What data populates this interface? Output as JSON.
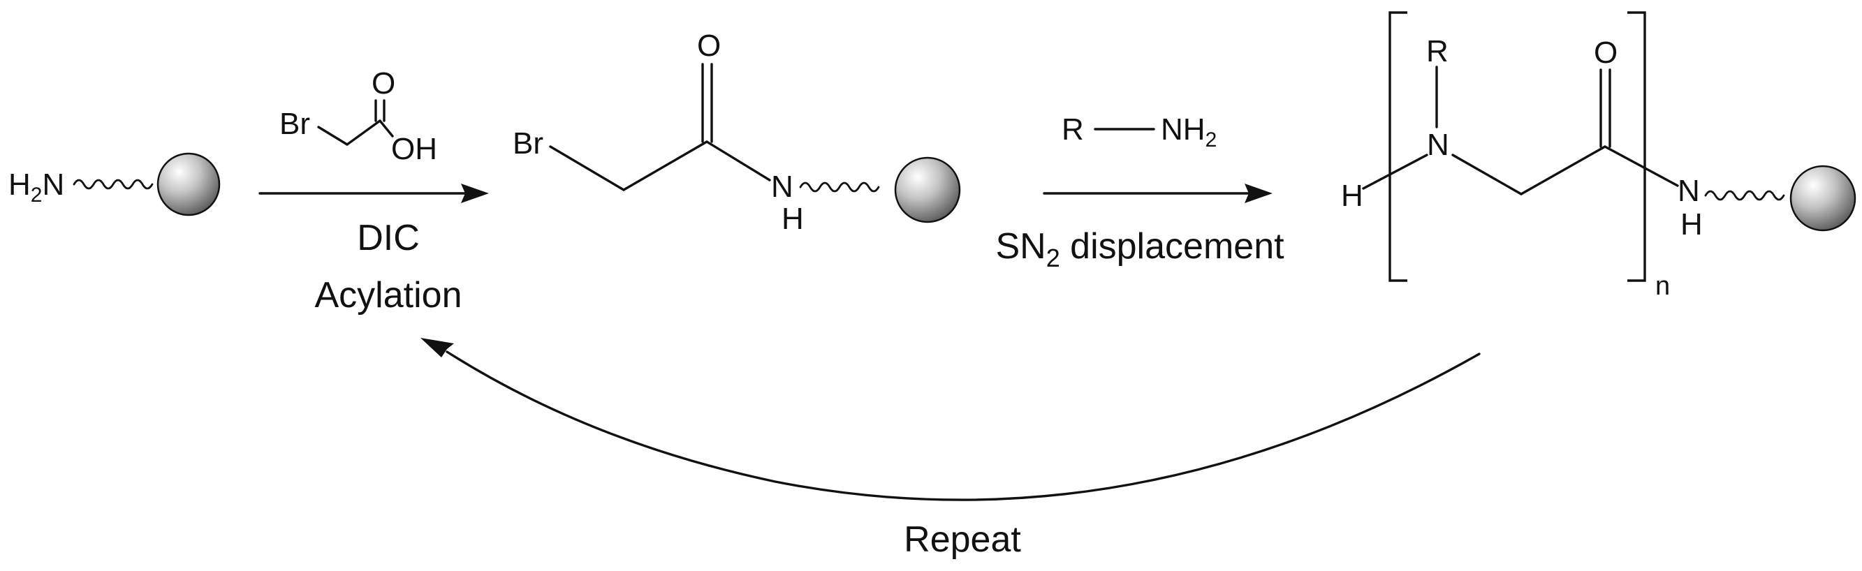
{
  "scheme": {
    "start": {
      "amine_prefix": "H",
      "amine_sub": "2",
      "amine_suffix": "N"
    },
    "acylation": {
      "reagent": {
        "halogen": "Br",
        "carbonyl_o": "O",
        "hydroxyl": "OH"
      },
      "activator": "DIC",
      "step": "Acylation"
    },
    "intermediate": {
      "halogen": "Br",
      "carbonyl_o": "O",
      "amide_n": "N",
      "amide_h": "H"
    },
    "displacement": {
      "reagent": {
        "r": "R",
        "amine": "NH",
        "amine_sub": "2"
      },
      "step_prefix": "SN",
      "step_sub": "2",
      "step_suffix": " displacement"
    },
    "product": {
      "terminal_h": "H",
      "side_chain": "R",
      "backbone_n": "N",
      "carbonyl_o": "O",
      "amide_n": "N",
      "amide_h": "H",
      "repeat_index": "n"
    },
    "cycle": {
      "label": "Repeat"
    }
  }
}
